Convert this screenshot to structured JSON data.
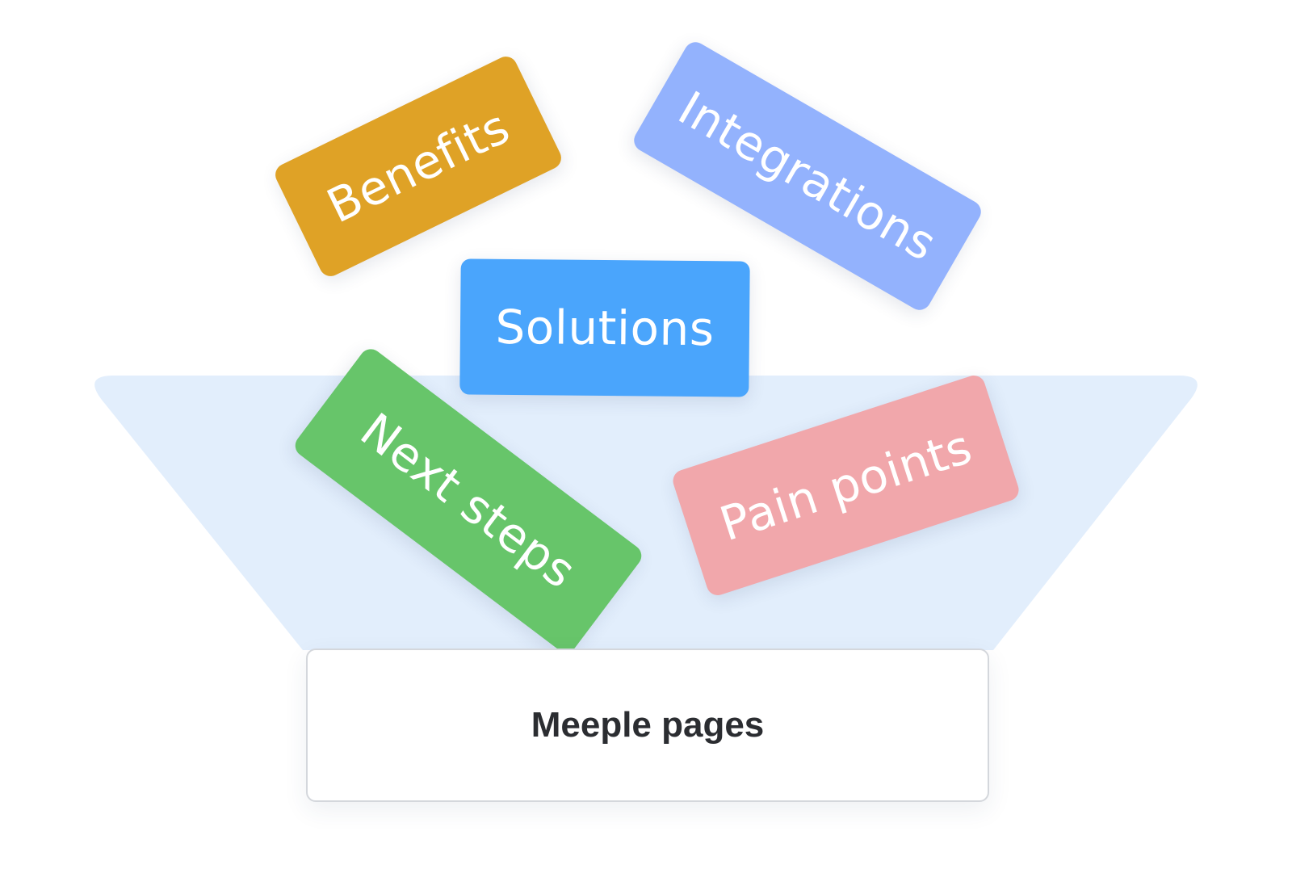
{
  "funnel": {
    "fill_color": "#e2eefc"
  },
  "tags": {
    "benefits": {
      "label": "Benefits",
      "color": "#dfa226"
    },
    "integrations": {
      "label": "Integrations",
      "color": "#93b2fd"
    },
    "solutions": {
      "label": "Solutions",
      "color": "#4aa5fc"
    },
    "next_steps": {
      "label": "Next steps",
      "color": "#67c56a"
    },
    "pain_points": {
      "label": "Pain points",
      "color": "#f1a7ab"
    }
  },
  "output": {
    "label": "Meeple pages"
  }
}
